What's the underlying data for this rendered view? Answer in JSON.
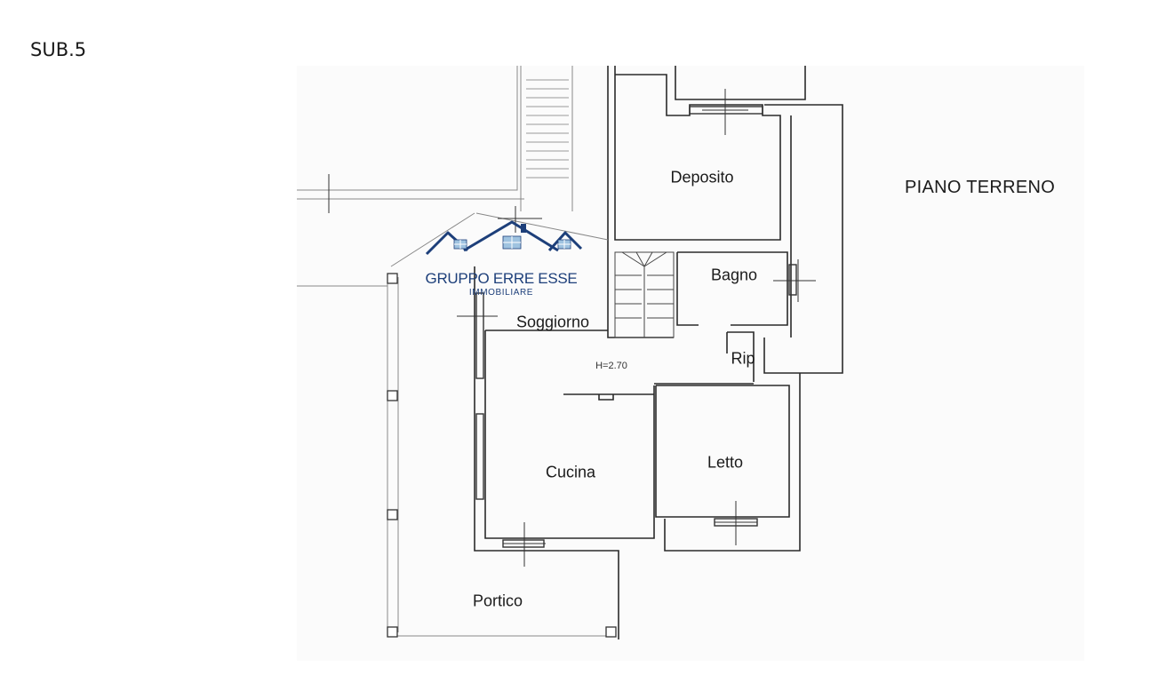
{
  "header": {
    "sub_label": "SUB.5"
  },
  "plan": {
    "floor_title": "PIANO TERRENO",
    "height_note": "H=2.70",
    "rooms": {
      "deposito": "Deposito",
      "bagno": "Bagno",
      "soggiorno": "Soggiorno",
      "rip": "Rip",
      "cucina": "Cucina",
      "letto": "Letto",
      "portico": "Portico"
    }
  },
  "watermark": {
    "name": "GRUPPO ERRE ESSE",
    "subtitle": "IMMOBILIARE",
    "color": "#1d3f7a"
  }
}
